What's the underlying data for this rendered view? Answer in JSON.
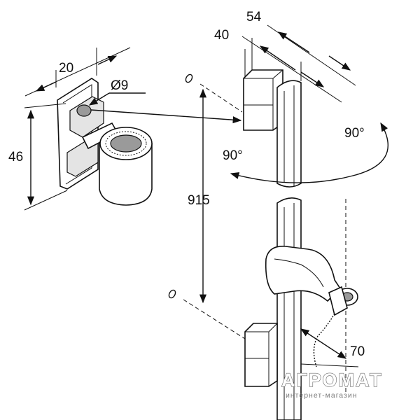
{
  "dimensions": {
    "width_54": "54",
    "depth_40": "40",
    "bracket_20": "20",
    "hole_d9": "Ø9",
    "height_46": "46",
    "length_915": "915",
    "rotation_left": "90°",
    "rotation_right": "90°",
    "offset_70": "70"
  },
  "watermark": {
    "brand": "АГРОМАТ",
    "tagline": "интернет-магазин"
  },
  "colors": {
    "ink": "#111111",
    "watermark": "#6f6f6f"
  }
}
